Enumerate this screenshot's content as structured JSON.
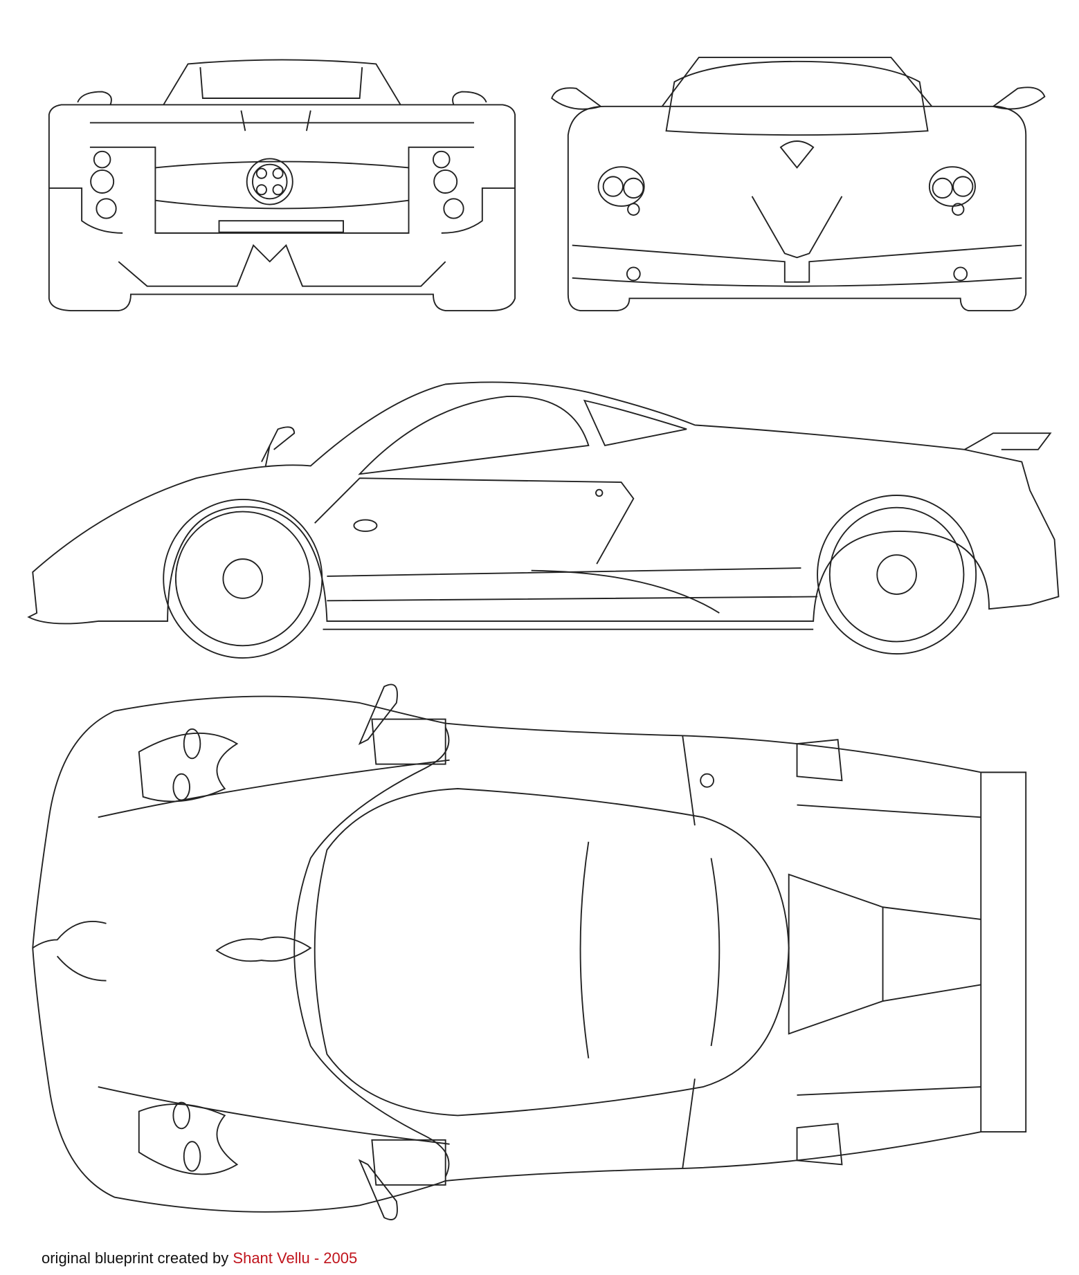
{
  "caption": {
    "prefix": "original blueprint created by",
    "author": "Shant Vellu - 2005"
  },
  "views": [
    "rear",
    "front",
    "side",
    "top"
  ],
  "colors": {
    "line": "#222222",
    "author": "#c0141c",
    "background": "#ffffff"
  }
}
